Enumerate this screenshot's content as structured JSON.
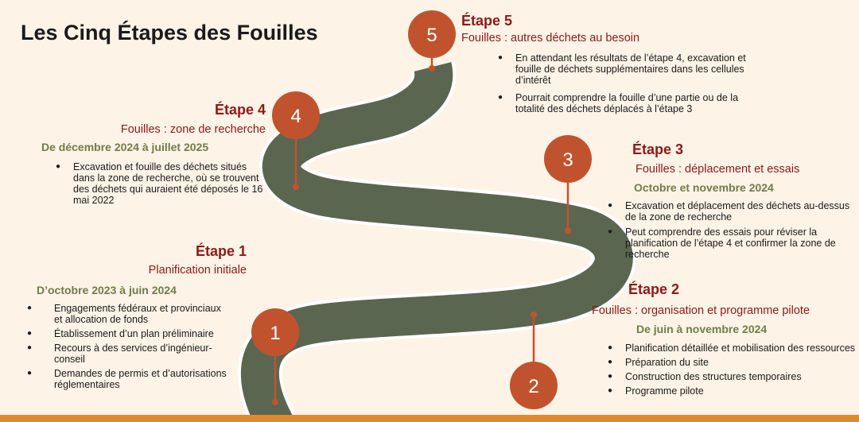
{
  "title": "Les Cinq Étapes des Fouilles",
  "colors": {
    "background": "#fdf3e6",
    "road": "#5b6650",
    "road_edge": "#ffffff",
    "marker": "#c0532e",
    "stage_title": "#8b1a1a",
    "date": "#6e7d4a",
    "accent_bar": "#e08a2a"
  },
  "stages": [
    {
      "number": "1",
      "title": "Étape 1",
      "subtitle": "Planification initiale",
      "dates": "D’octobre 2023 à juin 2024",
      "bullets": [
        "Engagements fédéraux et provinciaux et allocation de fonds",
        "Établissement d’un plan préliminaire",
        "Recours à des services d’ingénieur-conseil",
        "Demandes de permis et d’autorisations réglementaires"
      ]
    },
    {
      "number": "2",
      "title": "Étape 2",
      "subtitle": "Fouilles : organisation et programme pilote",
      "dates": "De juin à novembre 2024",
      "bullets": [
        "Planification détaillée et mobilisation des ressources",
        "Préparation du site",
        "Construction des structures temporaires",
        "Programme pilote"
      ]
    },
    {
      "number": "3",
      "title": "Étape 3",
      "subtitle": "Fouilles : déplacement et essais",
      "dates": "Octobre et novembre 2024",
      "bullets": [
        "Excavation et déplacement des déchets au-dessus de la zone de recherche",
        "Peut comprendre des essais pour réviser la planification de l’étape 4 et confirmer la zone de recherche"
      ]
    },
    {
      "number": "4",
      "title": "Étape 4",
      "subtitle": "Fouilles : zone de recherche",
      "dates": "De décembre 2024 à juillet 2025",
      "bullets": [
        "Excavation et fouille des déchets situés dans la zone de recherche, où se trouvent des déchets qui auraient été déposés le 16 mai 2022"
      ]
    },
    {
      "number": "5",
      "title": "Étape 5",
      "subtitle": "Fouilles : autres déchets au besoin",
      "dates": "",
      "bullets": [
        "En attendant les résultats de l’étape 4, excavation et fouille de déchets supplémentaires dans les cellules d’intérêt",
        "Pourrait comprendre la fouille d’une partie ou de la totalité des déchets déplacés à l’étape 3"
      ]
    }
  ]
}
